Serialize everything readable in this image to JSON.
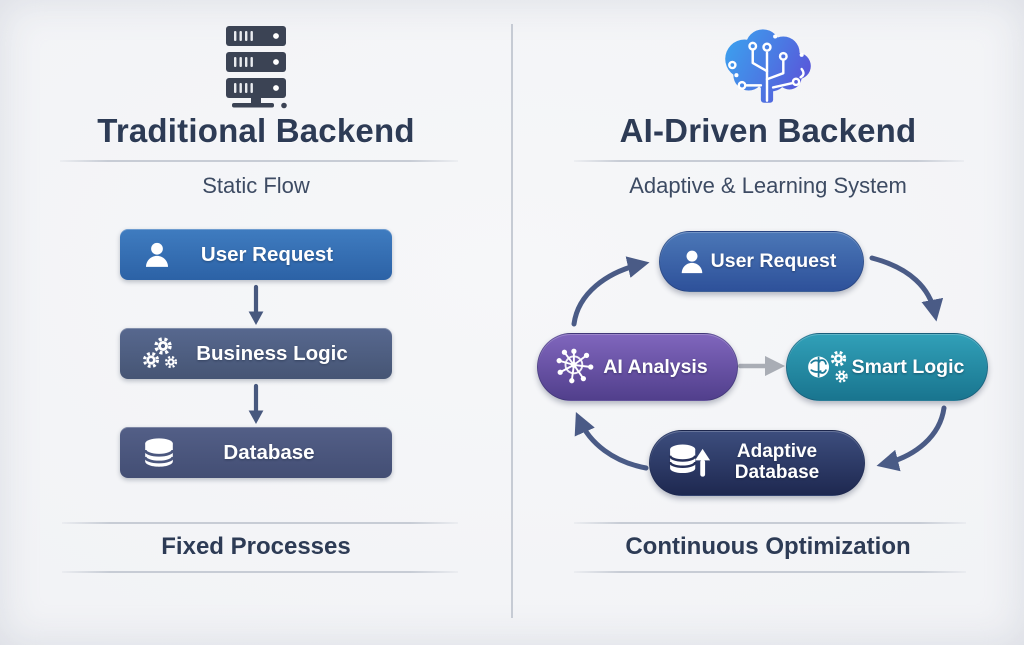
{
  "left_panel": {
    "icon": "server-icon",
    "title": "Traditional Backend",
    "subtitle": "Static Flow",
    "footer": "Fixed Processes",
    "nodes": [
      {
        "label": "User Request",
        "icon": "user-icon",
        "color": "#346fb3"
      },
      {
        "label": "Business Logic",
        "icon": "gears-icon",
        "color": "#4e5f82"
      },
      {
        "label": "Database",
        "icon": "database-icon",
        "color": "#4b577e"
      }
    ],
    "flow": [
      "User Request",
      "Business Logic",
      "Database"
    ]
  },
  "right_panel": {
    "icon": "ai-brain-circuit-icon",
    "title": "AI-Driven Backend",
    "subtitle": "Adaptive & Learning System",
    "footer": "Continuous Optimization",
    "cycle_nodes": [
      {
        "label": "User Request",
        "icon": "user-icon",
        "position": "top",
        "color": "#3c63a8"
      },
      {
        "label": "Smart Logic",
        "icon": "brain-gears-icon",
        "position": "right",
        "color": "#2489a3"
      },
      {
        "label": "Adaptive Database",
        "icon": "database-up-icon",
        "position": "bottom",
        "color": "#2c3a66"
      },
      {
        "label": "AI Analysis",
        "icon": "network-icon",
        "position": "left",
        "color": "#68519f"
      }
    ],
    "cycle": [
      "User Request",
      "Smart Logic",
      "Adaptive Database",
      "AI Analysis",
      "Smart Logic"
    ]
  },
  "colors": {
    "background": "#f2f3f6",
    "title_text": "#2d3b55",
    "subtitle_text": "#3d4b63",
    "divider": "#c7ccd5",
    "flow_arrow": "#47587e",
    "cycle_arrow": "#4a5b86",
    "center_arrow": "#a9adb5",
    "brain_gradient_start": "#3ba3ef",
    "brain_gradient_end": "#5b52d8"
  }
}
